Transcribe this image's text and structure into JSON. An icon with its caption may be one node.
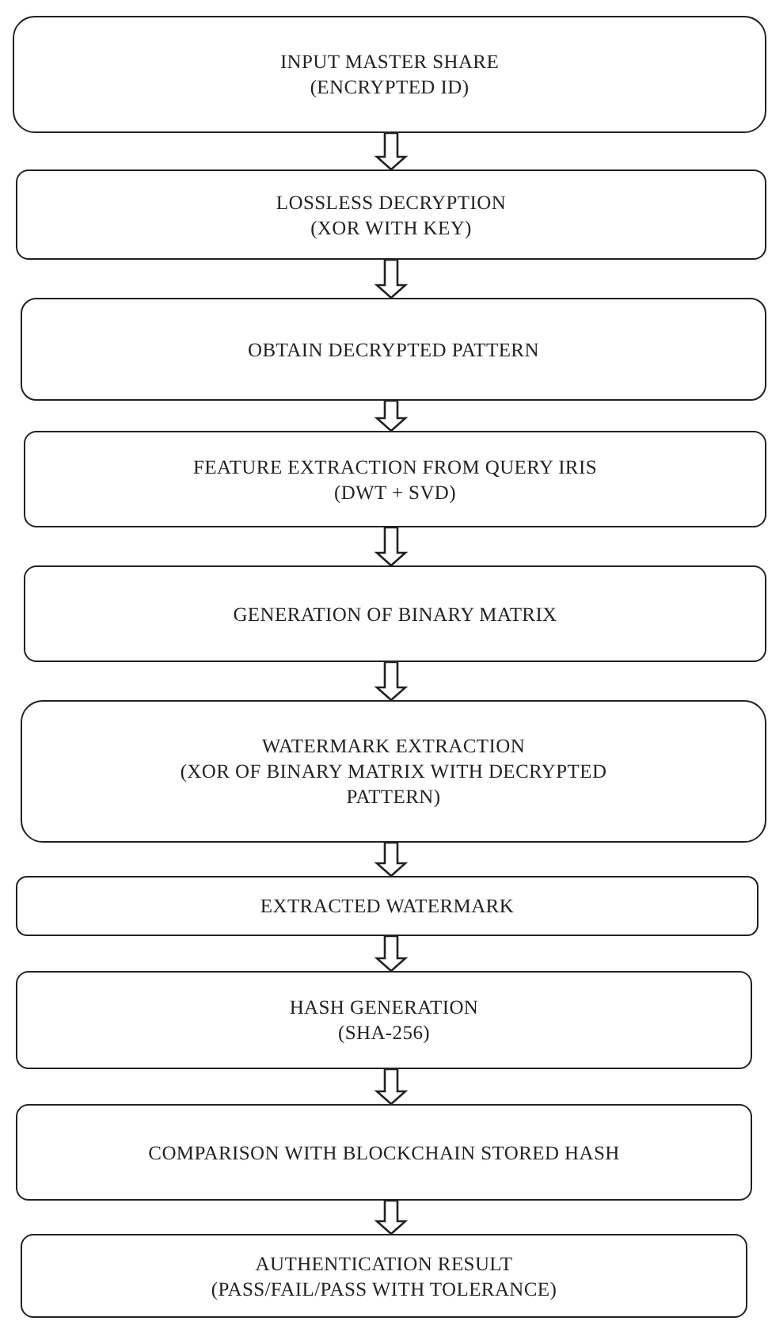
{
  "diagram": {
    "nodes": [
      {
        "text": [
          "INPUT MASTER SHARE",
          "(ENCRYPTED ID)"
        ]
      },
      {
        "text": [
          "LOSSLESS DECRYPTION",
          "(XOR WITH KEY)"
        ]
      },
      {
        "text": [
          "OBTAIN DECRYPTED PATTERN"
        ]
      },
      {
        "text": [
          "FEATURE EXTRACTION FROM QUERY IRIS",
          "(DWT + SVD)"
        ]
      },
      {
        "text": [
          "GENERATION OF BINARY MATRIX"
        ]
      },
      {
        "text": [
          "WATERMARK EXTRACTION",
          "(XOR OF BINARY MATRIX WITH DECRYPTED PATTERN)"
        ]
      },
      {
        "text": [
          "EXTRACTED WATERMARK"
        ]
      },
      {
        "text": [
          "HASH GENERATION",
          "(SHA-256)"
        ]
      },
      {
        "text": [
          "COMPARISON WITH BLOCKCHAIN STORED HASH"
        ]
      },
      {
        "text": [
          "AUTHENTICATION RESULT",
          "(PASS/FAIL/PASS WITH TOLERANCE)"
        ]
      }
    ],
    "edges": [
      {
        "from": 0,
        "to": 1,
        "arrow": "to"
      },
      {
        "from": 1,
        "to": 2,
        "arrow": "to"
      },
      {
        "from": 2,
        "to": 3,
        "arrow": "to"
      },
      {
        "from": 3,
        "to": 4,
        "arrow": "to"
      },
      {
        "from": 4,
        "to": 5,
        "arrow": "to"
      },
      {
        "from": 5,
        "to": 6,
        "arrow": "to"
      },
      {
        "from": 6,
        "to": 7,
        "arrow": "to"
      },
      {
        "from": 7,
        "to": 8,
        "arrow": "to"
      },
      {
        "from": 8,
        "to": 9,
        "arrow": "to"
      }
    ]
  }
}
